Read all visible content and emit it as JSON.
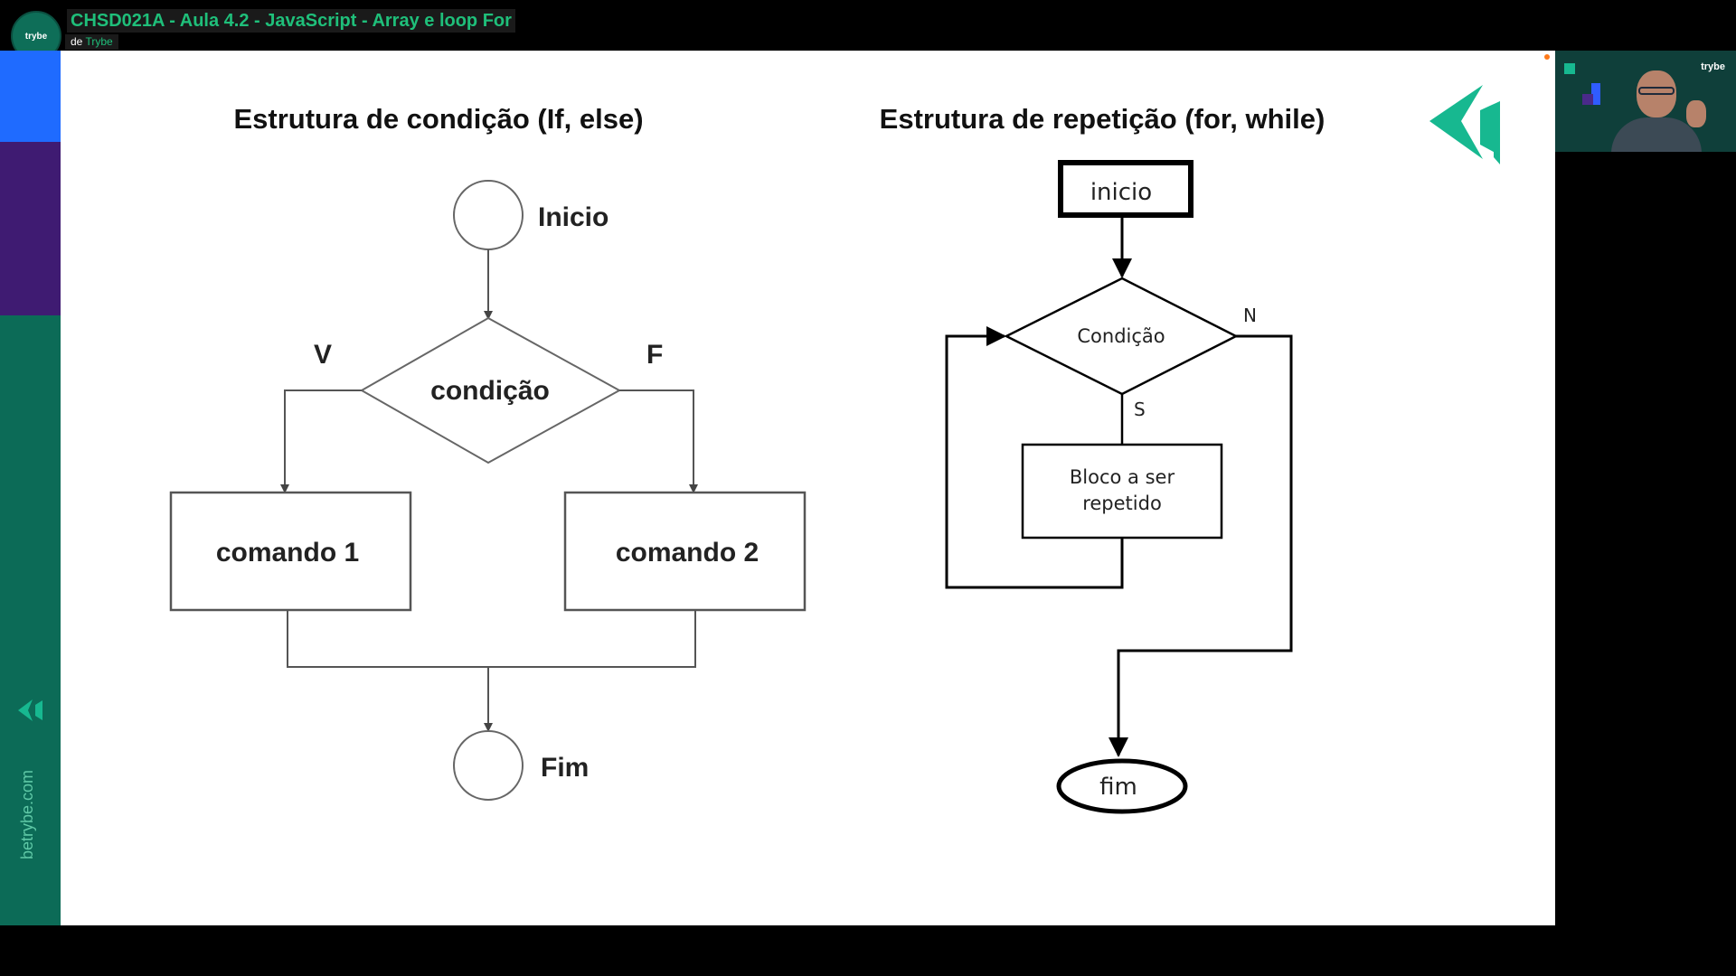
{
  "video": {
    "title": "CHSD021A - Aula 4.2 - JavaScript - Array e loop For",
    "channel_prefix": "de",
    "channel_name": "Trybe",
    "avatar_text": "trybe"
  },
  "sidebar": {
    "url": "betrybe.com",
    "colors": {
      "blue": "#1f6bff",
      "purple": "#3f1b72",
      "green": "#0c6b57"
    }
  },
  "webcam": {
    "brand": "trybe"
  },
  "slide": {
    "left_title": "Estrutura de condição (If, else)",
    "right_title": "Estrutura de repetição (for, while)",
    "logo_color": "#17b890",
    "if_flow": {
      "start": "Inicio",
      "decision": "condição",
      "true_label": "V",
      "false_label": "F",
      "command1": "comando 1",
      "command2": "comando 2",
      "end": "Fim"
    },
    "loop_flow": {
      "start": "inicio",
      "decision": "Condição",
      "no_label": "N",
      "yes_label": "S",
      "block_line1": "Bloco a ser",
      "block_line2": "repetido",
      "end": "fim"
    }
  }
}
